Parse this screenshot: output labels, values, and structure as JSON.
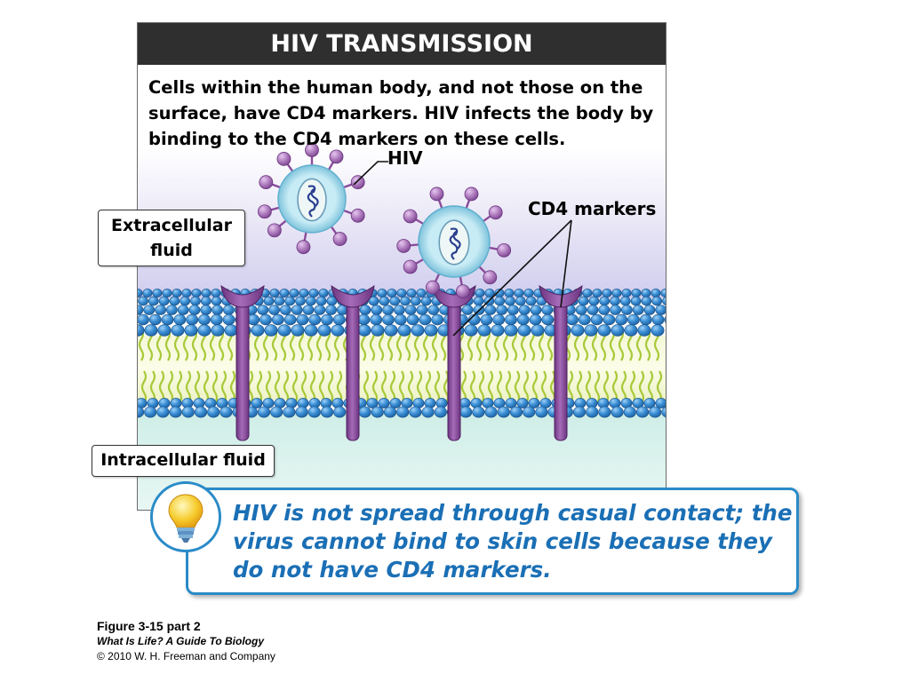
{
  "figure": {
    "title": "HIV TRANSMISSION",
    "description": "Cells within the human body, and not those on the surface, have CD4 markers. HIV infects the body by binding to the CD4 markers on these cells.",
    "labels": {
      "hiv": "HIV",
      "cd4_markers": "CD4 markers",
      "extracellular": "Extracellular fluid",
      "intracellular": "Intracellular fluid"
    },
    "note": "HIV is not spread through casual contact; the virus cannot bind to skin cells because they do not have CD4 markers."
  },
  "credit": {
    "figure_number": "Figure 3-15 part 2",
    "book_title": "What Is Life? A Guide To Biology",
    "copyright": "© 2010 W. H. Freeman and Company"
  },
  "colors": {
    "title_bar": "#2f2f30",
    "membrane_head": "#2f86d0",
    "lipid_tail": "#a9c93a",
    "cd4_marker": "#8a4c9b",
    "virus_envelope": "#a9d9e9",
    "note_accent": "#1a6fb5"
  }
}
